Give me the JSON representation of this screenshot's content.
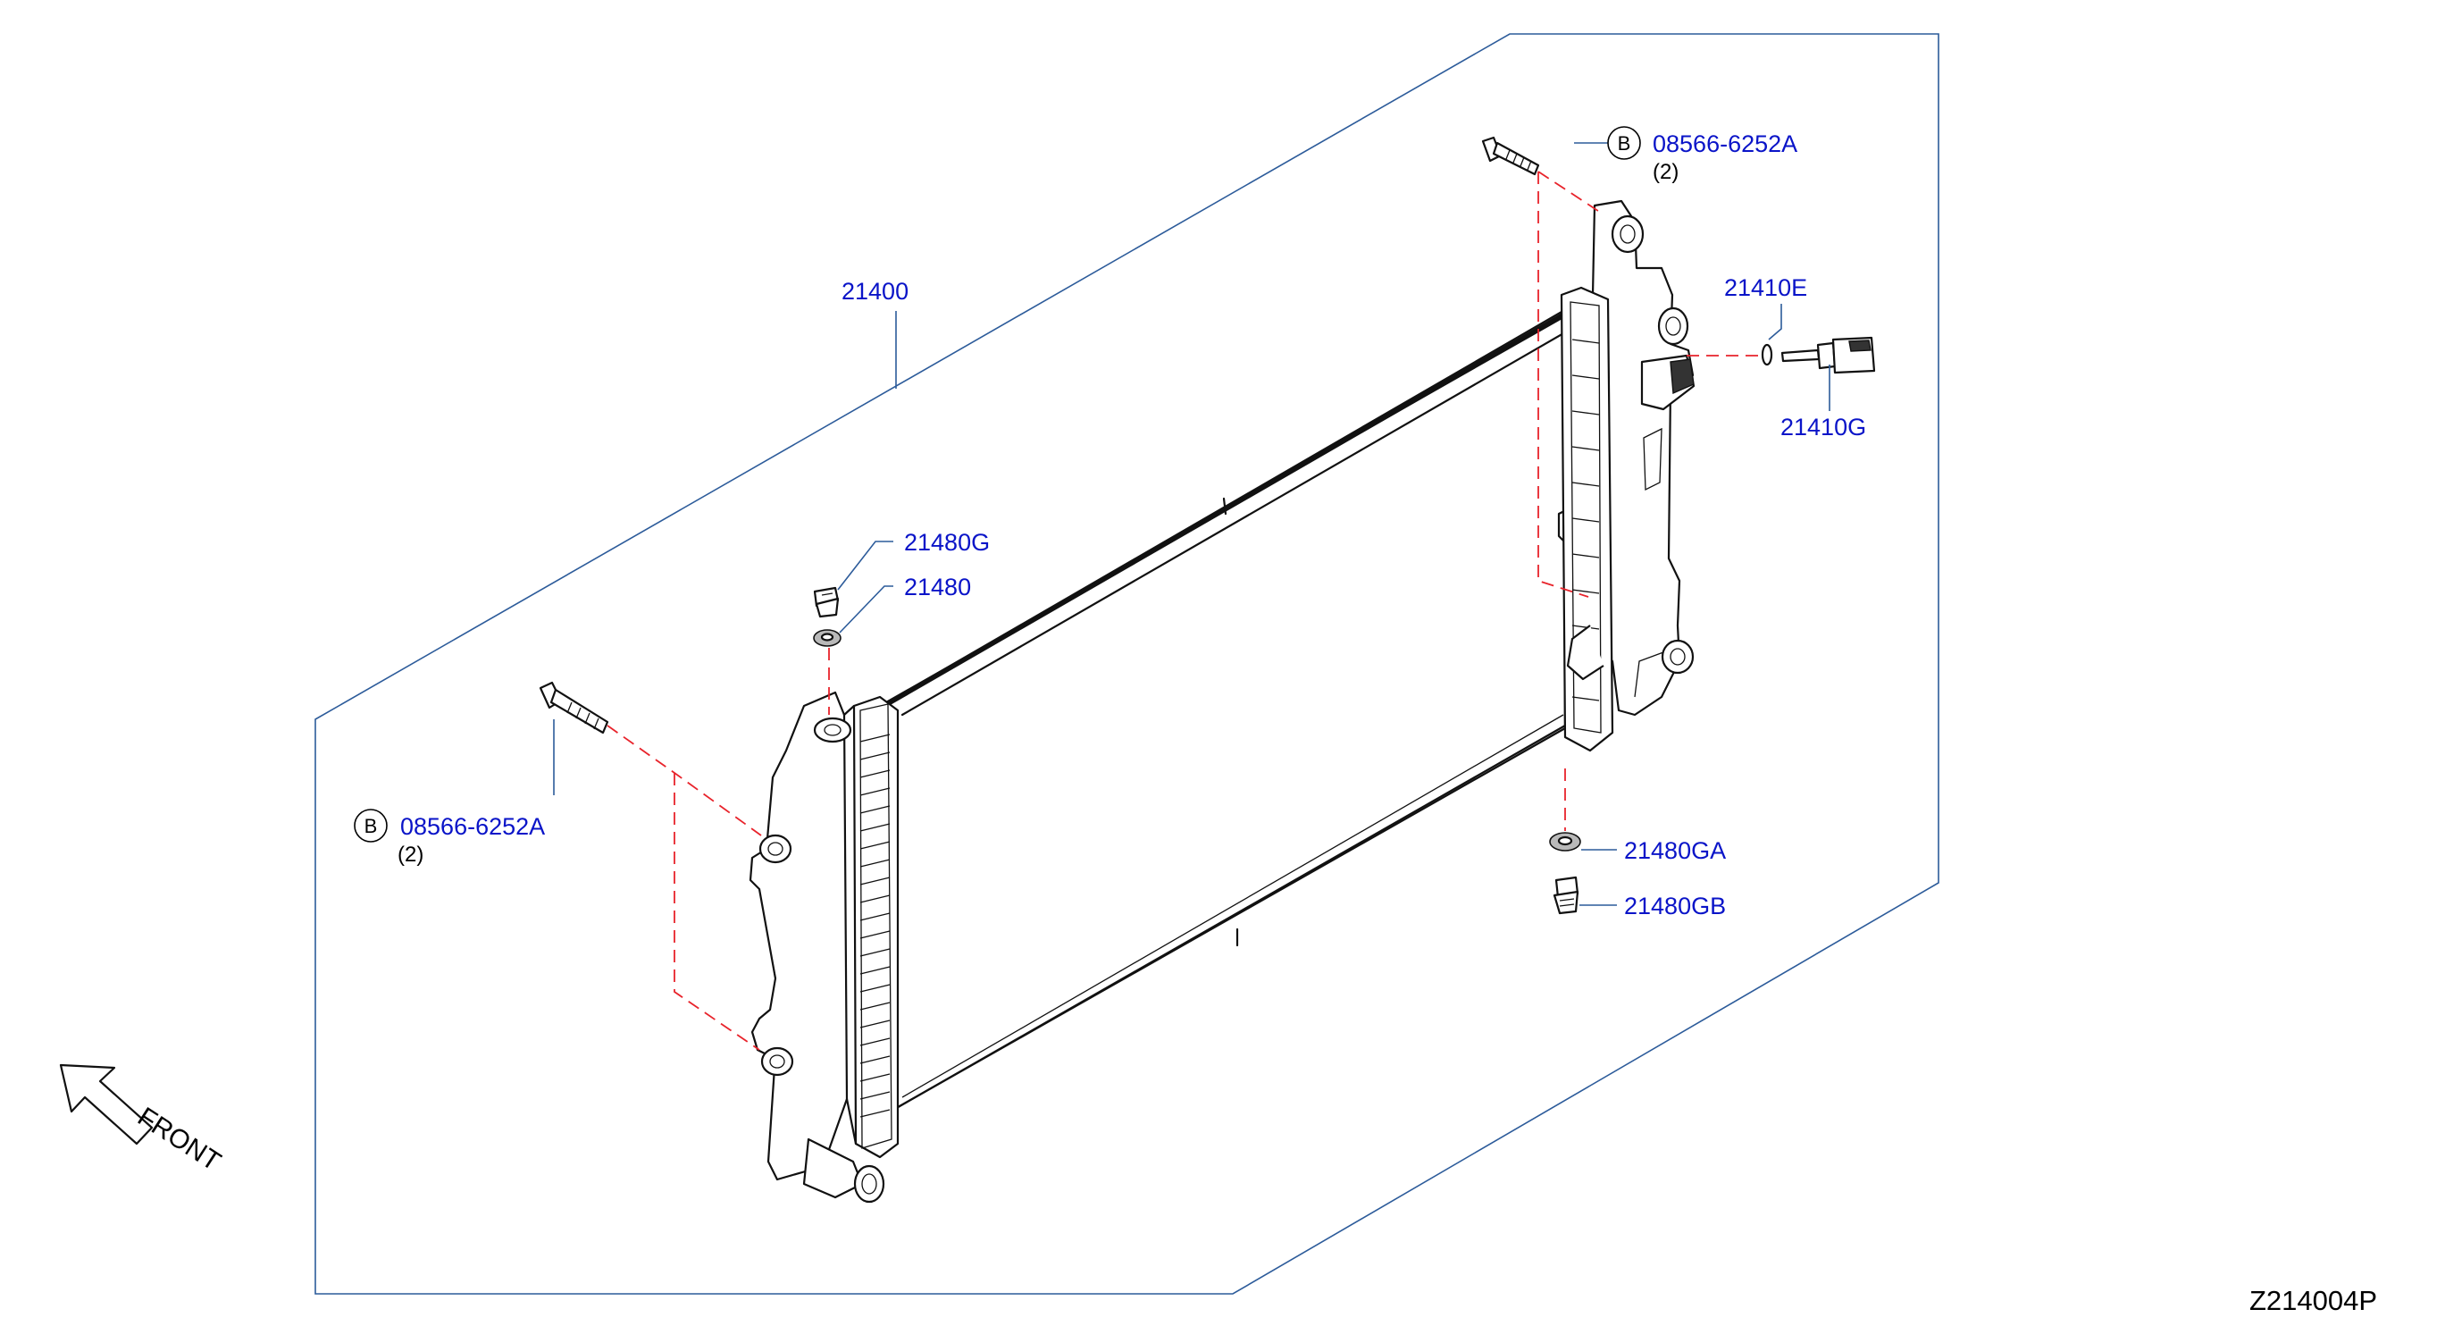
{
  "callouts": {
    "radiator": "21400",
    "bolt_top": "08566-6252A",
    "bolt_top_qty": "(2)",
    "bolt_left": "08566-6252A",
    "bolt_left_qty": "(2)",
    "b_marker": "B",
    "oring": "21410E",
    "sensor": "21410G",
    "plug_top": "21480G",
    "washer_top": "21480",
    "washer_bottom": "21480GA",
    "plug_bottom": "21480GB"
  },
  "front_label": "FRONT",
  "diagram_code": "Z214004P",
  "colors": {
    "callout_text": "#0a14c8",
    "frame_line": "#2c5b9a",
    "dashed_guide": "#e8232b"
  }
}
